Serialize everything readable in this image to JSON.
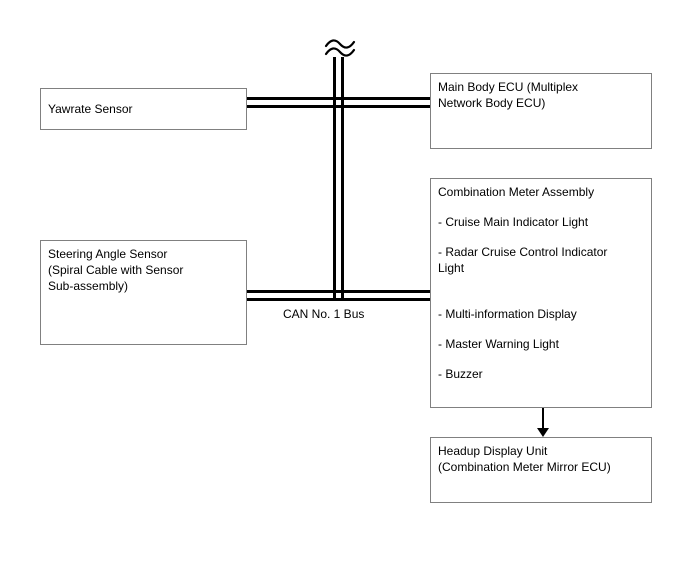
{
  "diagram": {
    "boxes": {
      "yawrate": {
        "label": "Yawrate Sensor"
      },
      "main_body_ecu": {
        "label": "Main Body ECU (Multiplex\nNetwork Body ECU)"
      },
      "combination_meter": {
        "title": "Combination Meter Assembly",
        "items": [
          "- Cruise Main Indicator Light",
          "- Radar Cruise Control Indicator\nLight",
          "- Multi-information Display",
          "- Master Warning Light",
          "- Buzzer"
        ]
      },
      "steering_angle": {
        "label": "Steering Angle Sensor\n(Spiral Cable with Sensor\nSub-assembly)"
      },
      "headup_display": {
        "label": "Headup Display Unit\n(Combination Meter Mirror ECU)"
      }
    },
    "bus_label": "CAN No. 1 Bus",
    "colors": {
      "line": "#000000",
      "box_border": "#808080",
      "background": "#ffffff",
      "text": "#000000"
    }
  }
}
